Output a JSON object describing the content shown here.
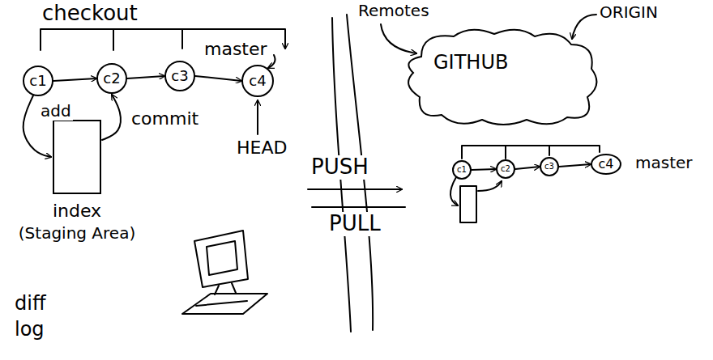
{
  "diagram": {
    "nodes": [
      {
        "text": [
          "c1"
        ]
      },
      {
        "text": [
          "c2"
        ]
      },
      {
        "text": [
          "c3"
        ]
      },
      {
        "text": [
          "c4"
        ]
      },
      {
        "text": [
          "index",
          "(Staging Area)"
        ]
      },
      {
        "text": [
          "GITHUB"
        ]
      },
      {
        "text": [
          "c1"
        ]
      },
      {
        "text": [
          "c2"
        ]
      },
      {
        "text": [
          "c3"
        ]
      },
      {
        "text": [
          "c4"
        ]
      }
    ],
    "edges": [
      {
        "from": 0,
        "to": 1,
        "arrow": "to"
      },
      {
        "from": 1,
        "to": 2,
        "arrow": "to"
      },
      {
        "from": 2,
        "to": 3,
        "arrow": "to"
      },
      {
        "from": 0,
        "to": 4,
        "arrow": "to",
        "label": "add"
      },
      {
        "from": 4,
        "to": 1,
        "arrow": "to",
        "label": "commit"
      },
      {
        "from": 6,
        "to": 7,
        "arrow": "to"
      },
      {
        "from": 7,
        "to": 8,
        "arrow": "to"
      },
      {
        "from": 8,
        "to": 9,
        "arrow": "to"
      }
    ],
    "labels": [
      "checkout",
      "master",
      "HEAD",
      "diff",
      "log",
      "Remotes",
      "PUSH",
      "PULL",
      "ORIGIN",
      "master"
    ]
  }
}
